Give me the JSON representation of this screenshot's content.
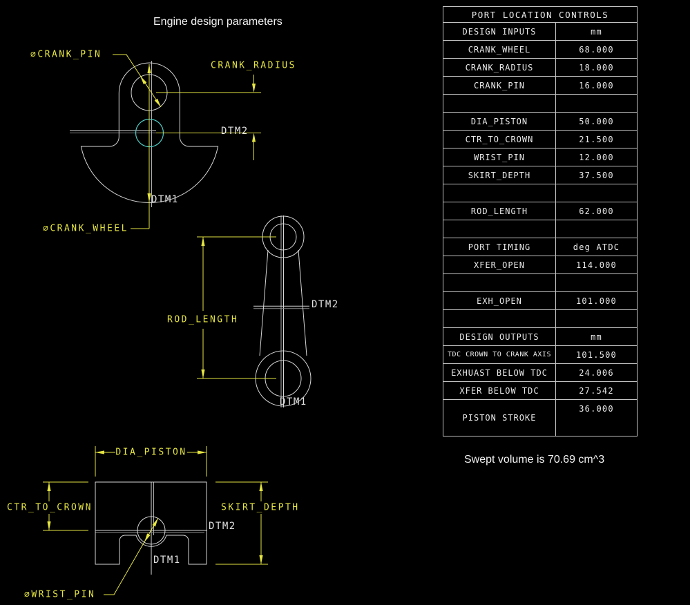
{
  "title": "Engine design parameters",
  "note": "Swept volume is 70.69 cm^3",
  "colors": {
    "background": "#000000",
    "dimension_yellow": "#e5e542",
    "geometry_white": "#d6d6d6",
    "bore_cyan": "#4fc9c2",
    "table_line": "#c4c4c4",
    "text_white": "#eaeaea"
  },
  "views": {
    "crank": {
      "labels": {
        "pin": "⌀CRANK_PIN",
        "radius": "CRANK_RADIUS",
        "dtm2": "DTM2",
        "dtm1": "DTM1",
        "wheel": "⌀CRANK_WHEEL"
      }
    },
    "rod": {
      "labels": {
        "length": "ROD_LENGTH",
        "dtm2": "DTM2",
        "dtm1": "DTM1"
      }
    },
    "piston": {
      "labels": {
        "dia": "DIA_PISTON",
        "ctr": "CTR_TO_CROWN",
        "skirt": "SKIRT_DEPTH",
        "dtm2": "DTM2",
        "dtm1": "DTM1",
        "wrist": "⌀WRIST_PIN"
      }
    }
  },
  "table": {
    "title": "PORT LOCATION CONTROLS",
    "rows": [
      {
        "label": "DESIGN INPUTS",
        "value": "mm"
      },
      {
        "label": "CRANK_WHEEL",
        "value": "68.000"
      },
      {
        "label": "CRANK_RADIUS",
        "value": "18.000"
      },
      {
        "label": "CRANK_PIN",
        "value": "16.000"
      },
      {
        "label": "",
        "value": ""
      },
      {
        "label": "DIA_PISTON",
        "value": "50.000"
      },
      {
        "label": "CTR_TO_CROWN",
        "value": "21.500"
      },
      {
        "label": "WRIST_PIN",
        "value": "12.000"
      },
      {
        "label": "SKIRT_DEPTH",
        "value": "37.500"
      },
      {
        "label": "",
        "value": ""
      },
      {
        "label": "ROD_LENGTH",
        "value": "62.000"
      },
      {
        "label": "",
        "value": ""
      },
      {
        "label": "PORT TIMING",
        "value": "deg ATDC"
      },
      {
        "label": "XFER_OPEN",
        "value": "114.000"
      },
      {
        "label": "",
        "value": ""
      },
      {
        "label": "EXH_OPEN",
        "value": "101.000"
      },
      {
        "label": "",
        "value": ""
      },
      {
        "label": "DESIGN OUTPUTS",
        "value": "mm"
      },
      {
        "label": "TDC CROWN TO CRANK AXIS",
        "value": "101.500"
      },
      {
        "label": "EXHUAST BELOW TDC",
        "value": "24.006"
      },
      {
        "label": "XFER BELOW TDC",
        "value": "27.542"
      },
      {
        "label": "PISTON STROKE",
        "value": "36.000"
      }
    ]
  }
}
